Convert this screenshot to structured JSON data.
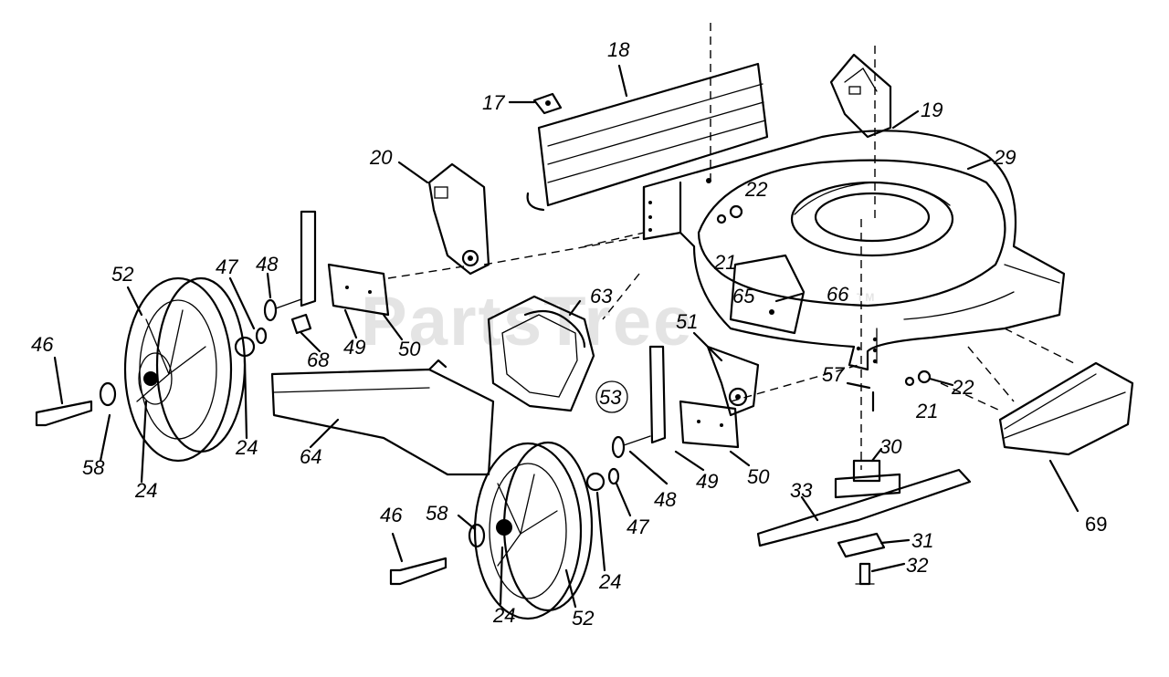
{
  "watermark": "PartsTree",
  "watermark_tm": "TM",
  "callouts": {
    "c17": "17",
    "c18": "18",
    "c19": "19",
    "c20": "20",
    "c21a": "21",
    "c21b": "21",
    "c22a": "22",
    "c22b": "22",
    "c24a": "24",
    "c24b": "24",
    "c24c": "24",
    "c24d": "24",
    "c29": "29",
    "c30": "30",
    "c31": "31",
    "c32": "32",
    "c33": "33",
    "c46a": "46",
    "c46b": "46",
    "c47a": "47",
    "c47b": "47",
    "c48a": "48",
    "c48b": "48",
    "c49a": "49",
    "c49b": "49",
    "c50a": "50",
    "c50b": "50",
    "c51": "51",
    "c52a": "52",
    "c52b": "52",
    "c53": "53",
    "c57": "57",
    "c58a": "58",
    "c58b": "58",
    "c63": "63",
    "c64": "64",
    "c65": "65",
    "c66": "66",
    "c68": "68",
    "c69": "69"
  }
}
